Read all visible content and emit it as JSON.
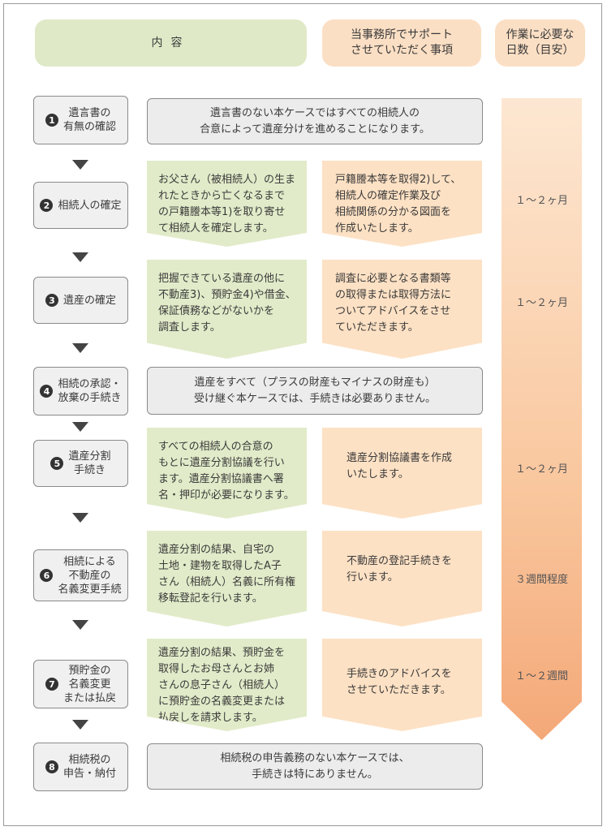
{
  "headers": {
    "content": "内容",
    "support": "当事務所でサポート\nさせていただく事項",
    "days": "作業に必要な\n日数（目安）"
  },
  "steps": [
    {
      "num": "1",
      "label": "遺言書の\n有無の確認"
    },
    {
      "num": "2",
      "label": "相続人の確定"
    },
    {
      "num": "3",
      "label": "遺産の確定"
    },
    {
      "num": "4",
      "label": "相続の承認・\n放棄の手続き"
    },
    {
      "num": "5",
      "label": "遺産分割\n手続き"
    },
    {
      "num": "6",
      "label": "相続による\n不動産の\n名義変更手続"
    },
    {
      "num": "7",
      "label": "預貯金の\n名義変更\nまたは払戻"
    },
    {
      "num": "8",
      "label": "相続税の\n申告・納付"
    }
  ],
  "gray_notes": {
    "step1": "遺言書のない本ケースではすべての相続人の\n合意によって遺産分けを進めることになります。",
    "step4": "遺産をすべて（プラスの財産もマイナスの財産も）\n受け継ぐ本ケースでは、手続きは必要ありません。",
    "step8": "相続税の申告義務のない本ケースでは、\n手続きは特にありません。"
  },
  "content": {
    "step2": "お父さん（被相続人）の生ま\nれたときから亡くなるまで\nの戸籍謄本等1)を取り寄せ\nて相続人を確定します。",
    "step3": "把握できている遺産の他に\n不動産3)、預貯金4)や借金、\n保証債務などがないかを\n調査します。",
    "step5": "すべての相続人の合意の\nもとに遺産分割協議を行い\nます。遺産分割協議書へ署\n名・押印が必要になります。",
    "step6": "遺産分割の結果、自宅の\n土地・建物を取得したA子\nさん（相続人）名義に所有権\n移転登記を行います。",
    "step7": "遺産分割の結果、預貯金を\n取得したお母さんとお姉\nさんの息子さん（相続人）\nに預貯金の名義変更または\n払戻しを請求します。"
  },
  "support": {
    "step2": "戸籍謄本等を取得2)して、\n相続人の確定作業及び\n相続関係の分かる図面を\n作成いたします。",
    "step3": "調査に必要となる書類等\nの取得または取得方法に\nついてアドバイスをさせ\nていただきます。",
    "step5": "遺産分割協議書を作成\nいたします。",
    "step6": "不動産の登記手続きを\n行います。",
    "step7": "手続きのアドバイスを\nさせていただきます。"
  },
  "days": {
    "step2": "１～２ヶ月",
    "step3": "１～２ヶ月",
    "step5": "１～２ヶ月",
    "step6": "３週間程度",
    "step7": "１～２週間"
  }
}
